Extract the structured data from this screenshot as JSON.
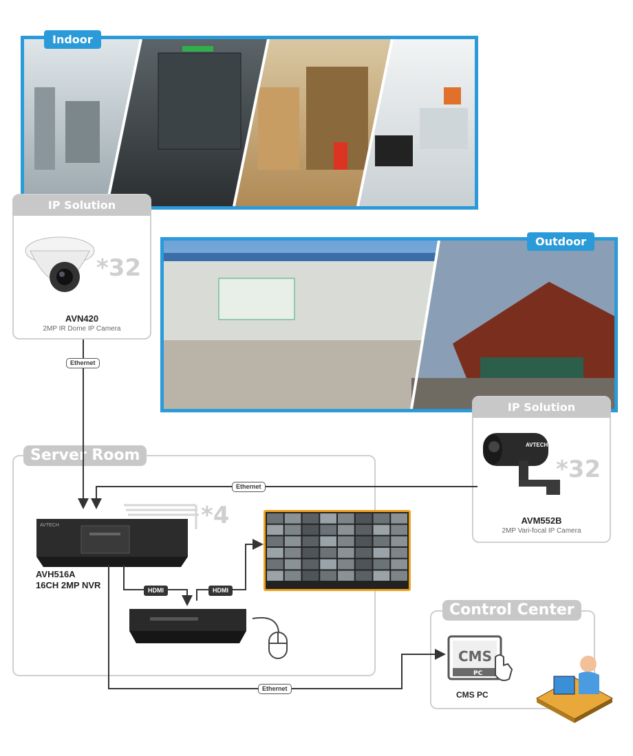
{
  "indoor": {
    "label": "Indoor"
  },
  "outdoor": {
    "label": "Outdoor"
  },
  "ip_camera_indoor": {
    "header": "IP Solution",
    "multiplier": "*32",
    "model": "AVN420",
    "description": "2MP IR Dome IP Camera"
  },
  "ip_camera_outdoor": {
    "header": "IP Solution",
    "multiplier": "*32",
    "model": "AVM552B",
    "description": "2MP Vari-focal IP Camera",
    "brand": "AVTECH"
  },
  "server_room": {
    "title": "Server Room",
    "nvr_model": "AVH516A",
    "nvr_description": "16CH 2MP NVR",
    "nvr_multiplier": "*4",
    "nvr_brand": "AVTECH"
  },
  "control_center": {
    "title": "Control Center",
    "cms_label": "CMS PC",
    "cms_screen_text": "CMS",
    "cms_screen_sub": "PC"
  },
  "connections": {
    "ethernet_1": "Ethernet",
    "ethernet_2": "Ethernet",
    "ethernet_3": "Ethernet",
    "hdmi_1": "HDMI",
    "hdmi_2": "HDMI"
  },
  "colors": {
    "accent_blue": "#2a9ad8",
    "panel_gray": "#c8c8c8",
    "line_dark": "#333333",
    "monitor_orange": "#f0a21e"
  }
}
